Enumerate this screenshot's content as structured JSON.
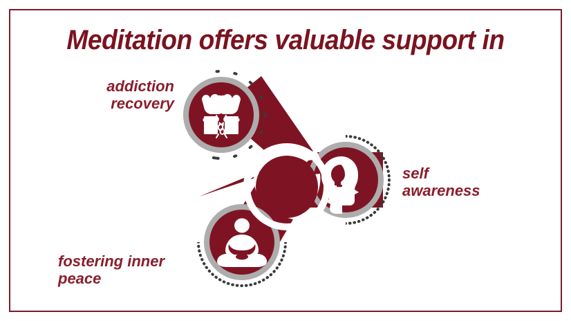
{
  "page": {
    "title": "Meditation offers valuable support in",
    "background_color": "#ffffff",
    "frame_color": "#7a1b2b",
    "accent_maroon": "#7a1320",
    "label_color": "#8a1e2c",
    "node_fill": "#7e1423",
    "ring_color": "#adadad",
    "dot_color": "#3a3a3a",
    "icon_color": "#ffffff"
  },
  "labels": {
    "addiction": "addiction\nrecovery",
    "self_awareness": "self\nawareness",
    "inner_peace": "fostering inner\npeace"
  },
  "nodes": [
    {
      "id": "addiction-recovery",
      "label": "addiction recovery",
      "icon": "broken-chains-fists-icon",
      "position": "top-left"
    },
    {
      "id": "self-awareness",
      "label": "self awareness",
      "icon": "head-profile-brain-icon",
      "position": "right"
    },
    {
      "id": "inner-peace",
      "label": "fostering inner peace",
      "icon": "meditating-person-icon",
      "position": "bottom-left"
    }
  ],
  "center": {
    "icon": "circular-arrows-cycle-icon"
  }
}
